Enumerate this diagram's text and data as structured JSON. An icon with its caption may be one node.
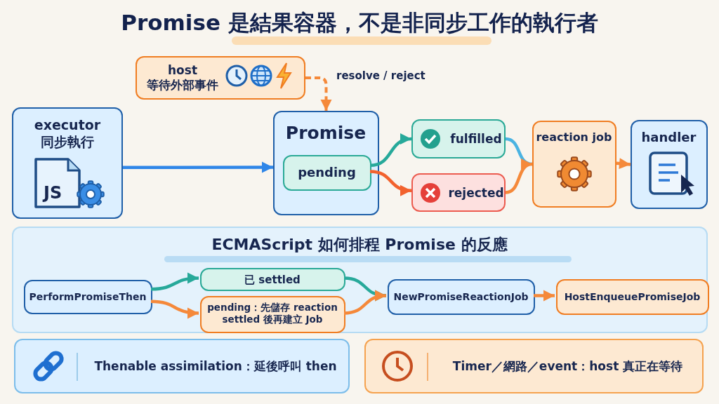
{
  "diagram": {
    "title": "Promise 是結果容器，不是非同步工作的執行者",
    "nodes": [
      {
        "text": [
          "host 等待外部事件"
        ]
      },
      {
        "text": [
          "executor 同步執行"
        ]
      },
      {
        "text": [
          "Promise"
        ]
      },
      {
        "text": [
          "pending"
        ],
        "in": 2
      },
      {
        "text": [
          "fulfilled"
        ]
      },
      {
        "text": [
          "rejected"
        ]
      },
      {
        "text": [
          "reaction job"
        ]
      },
      {
        "text": [
          "handler"
        ]
      },
      {
        "text": [
          "ECMAScript 如何排程 Promise 的反應"
        ]
      },
      {
        "text": [
          "PerformPromiseThen"
        ],
        "in": 8
      },
      {
        "text": [
          "已 settled"
        ],
        "in": 8
      },
      {
        "text": [
          "pending：先儲存 reaction settled 後再建立 Job"
        ],
        "in": 8
      },
      {
        "text": [
          "NewPromiseReactionJob"
        ],
        "in": 8
      },
      {
        "text": [
          "HostEnqueuePromiseJob"
        ],
        "in": 8
      },
      {
        "text": [
          "Thenable assimilation：延後呼叫 then"
        ]
      },
      {
        "text": [
          "Timer／網路／event：host 真正在等待"
        ]
      }
    ],
    "edges": [
      {
        "from": 0,
        "to": 2,
        "arrow": "to",
        "label": "resolve / reject",
        "style": "dashed"
      },
      {
        "from": 1,
        "to": 2,
        "arrow": "to",
        "color": "#2f86e8"
      },
      {
        "from": 3,
        "to": 4,
        "arrow": "to",
        "color": "#27a99a"
      },
      {
        "from": 3,
        "to": 5,
        "arrow": "to",
        "color": "#f2622e"
      },
      {
        "from": 4,
        "to": 6,
        "arrow": "to",
        "color": "#4ab3e2"
      },
      {
        "from": 5,
        "to": 6,
        "arrow": "to"
      },
      {
        "from": 6,
        "to": 7,
        "arrow": "to"
      },
      {
        "from": 9,
        "to": 10,
        "arrow": "to",
        "color": "#27a99a"
      },
      {
        "from": 9,
        "to": 11,
        "arrow": "to"
      },
      {
        "from": 10,
        "to": 12,
        "arrow": "to",
        "color": "#27a99a"
      },
      {
        "from": 11,
        "to": 12,
        "arrow": "to"
      },
      {
        "from": 12,
        "to": 13,
        "arrow": "to"
      }
    ],
    "labels": [
      "JS"
    ]
  }
}
